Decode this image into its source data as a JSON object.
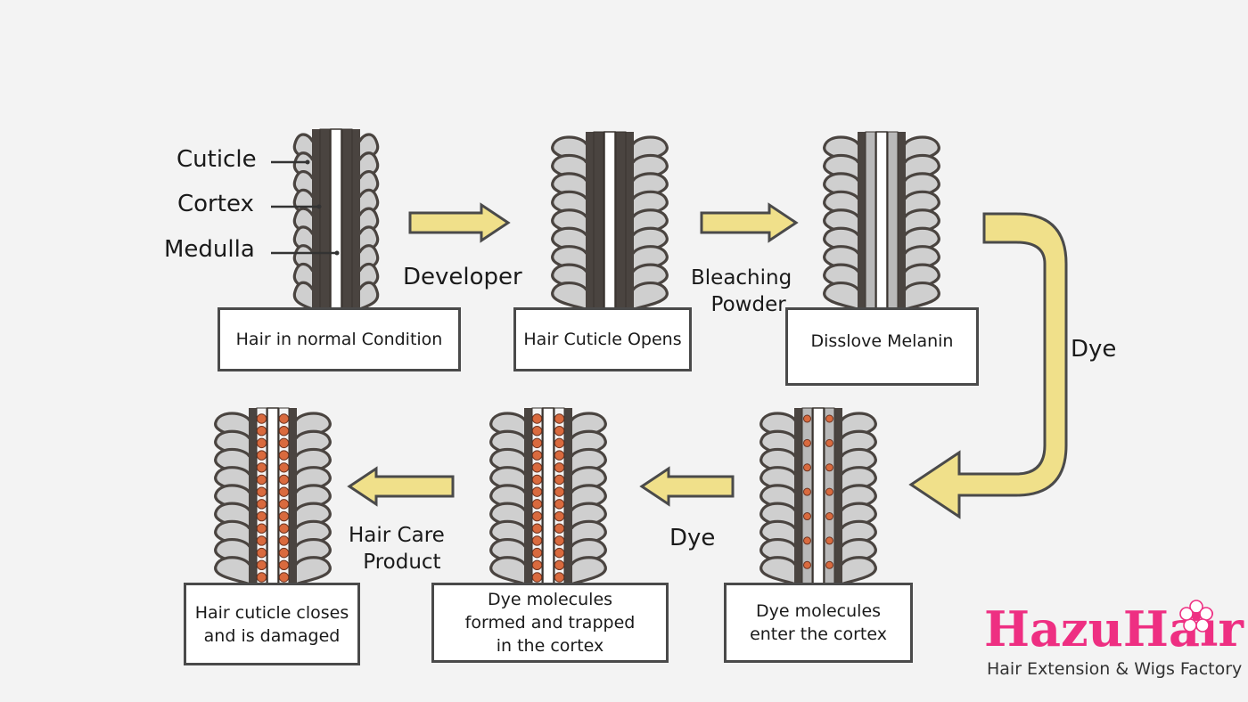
{
  "parts": {
    "cuticle": "Cuticle",
    "cortex": "Cortex",
    "medulla": "Medulla"
  },
  "steps": [
    {
      "caption": "Hair in normal Condition",
      "state": "normal"
    },
    {
      "caption": "Hair Cuticle Opens",
      "state": "open"
    },
    {
      "caption": "Disslove Melanin",
      "state": "bleached"
    },
    {
      "caption": "Dye molecules enter the cortex",
      "caption_lines": [
        "Dye molecules",
        "enter the cortex"
      ],
      "state": "dye-entering"
    },
    {
      "caption": "Dye molecules formed and trapped in the cortex",
      "caption_lines": [
        "Dye molecules",
        "formed and trapped",
        "in the cortex"
      ],
      "state": "dye-trapped"
    },
    {
      "caption": "Hair cuticle closes and is damaged",
      "caption_lines": [
        "Hair cuticle closes",
        "and is damaged"
      ],
      "state": "damaged"
    }
  ],
  "transitions": {
    "developer": "Developer",
    "bleaching_powder": [
      "Bleaching",
      "Powder"
    ],
    "dye_curve": "Dye",
    "dye": "Dye",
    "hair_care_product": [
      "Hair Care",
      "Product"
    ]
  },
  "brand": {
    "name": "HazuHair",
    "tagline": "Hair Extension & Wigs Factory"
  },
  "colors": {
    "background": "#f3f3f3",
    "arrow_fill": "#f0e08a",
    "arrow_stroke": "#4a4a4a",
    "hair_dark": "#4a4440",
    "cuticle_fill": "#cfcfcf",
    "dye_molecule": "#d96a3e",
    "brand_pink": "#ee2f82"
  }
}
